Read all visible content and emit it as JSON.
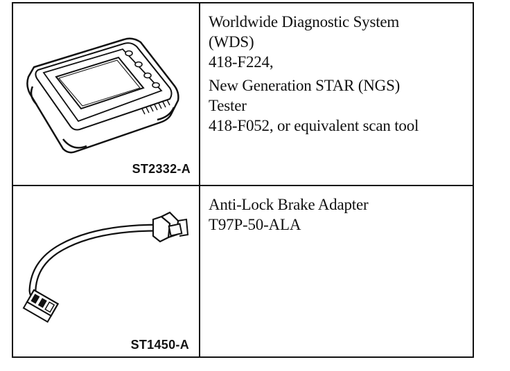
{
  "tools": [
    {
      "figure_label": "ST2332-A",
      "illustration": "scan-tool-icon",
      "description_lines": [
        "Worldwide Diagnostic System",
        "(WDS)",
        "418-F224,",
        "New Generation STAR (NGS)",
        "Tester",
        "418-F052, or equivalent scan tool"
      ]
    },
    {
      "figure_label": "ST1450-A",
      "illustration": "adapter-cable-icon",
      "description_lines": [
        "Anti-Lock Brake Adapter",
        "T97P-50-ALA"
      ]
    }
  ]
}
